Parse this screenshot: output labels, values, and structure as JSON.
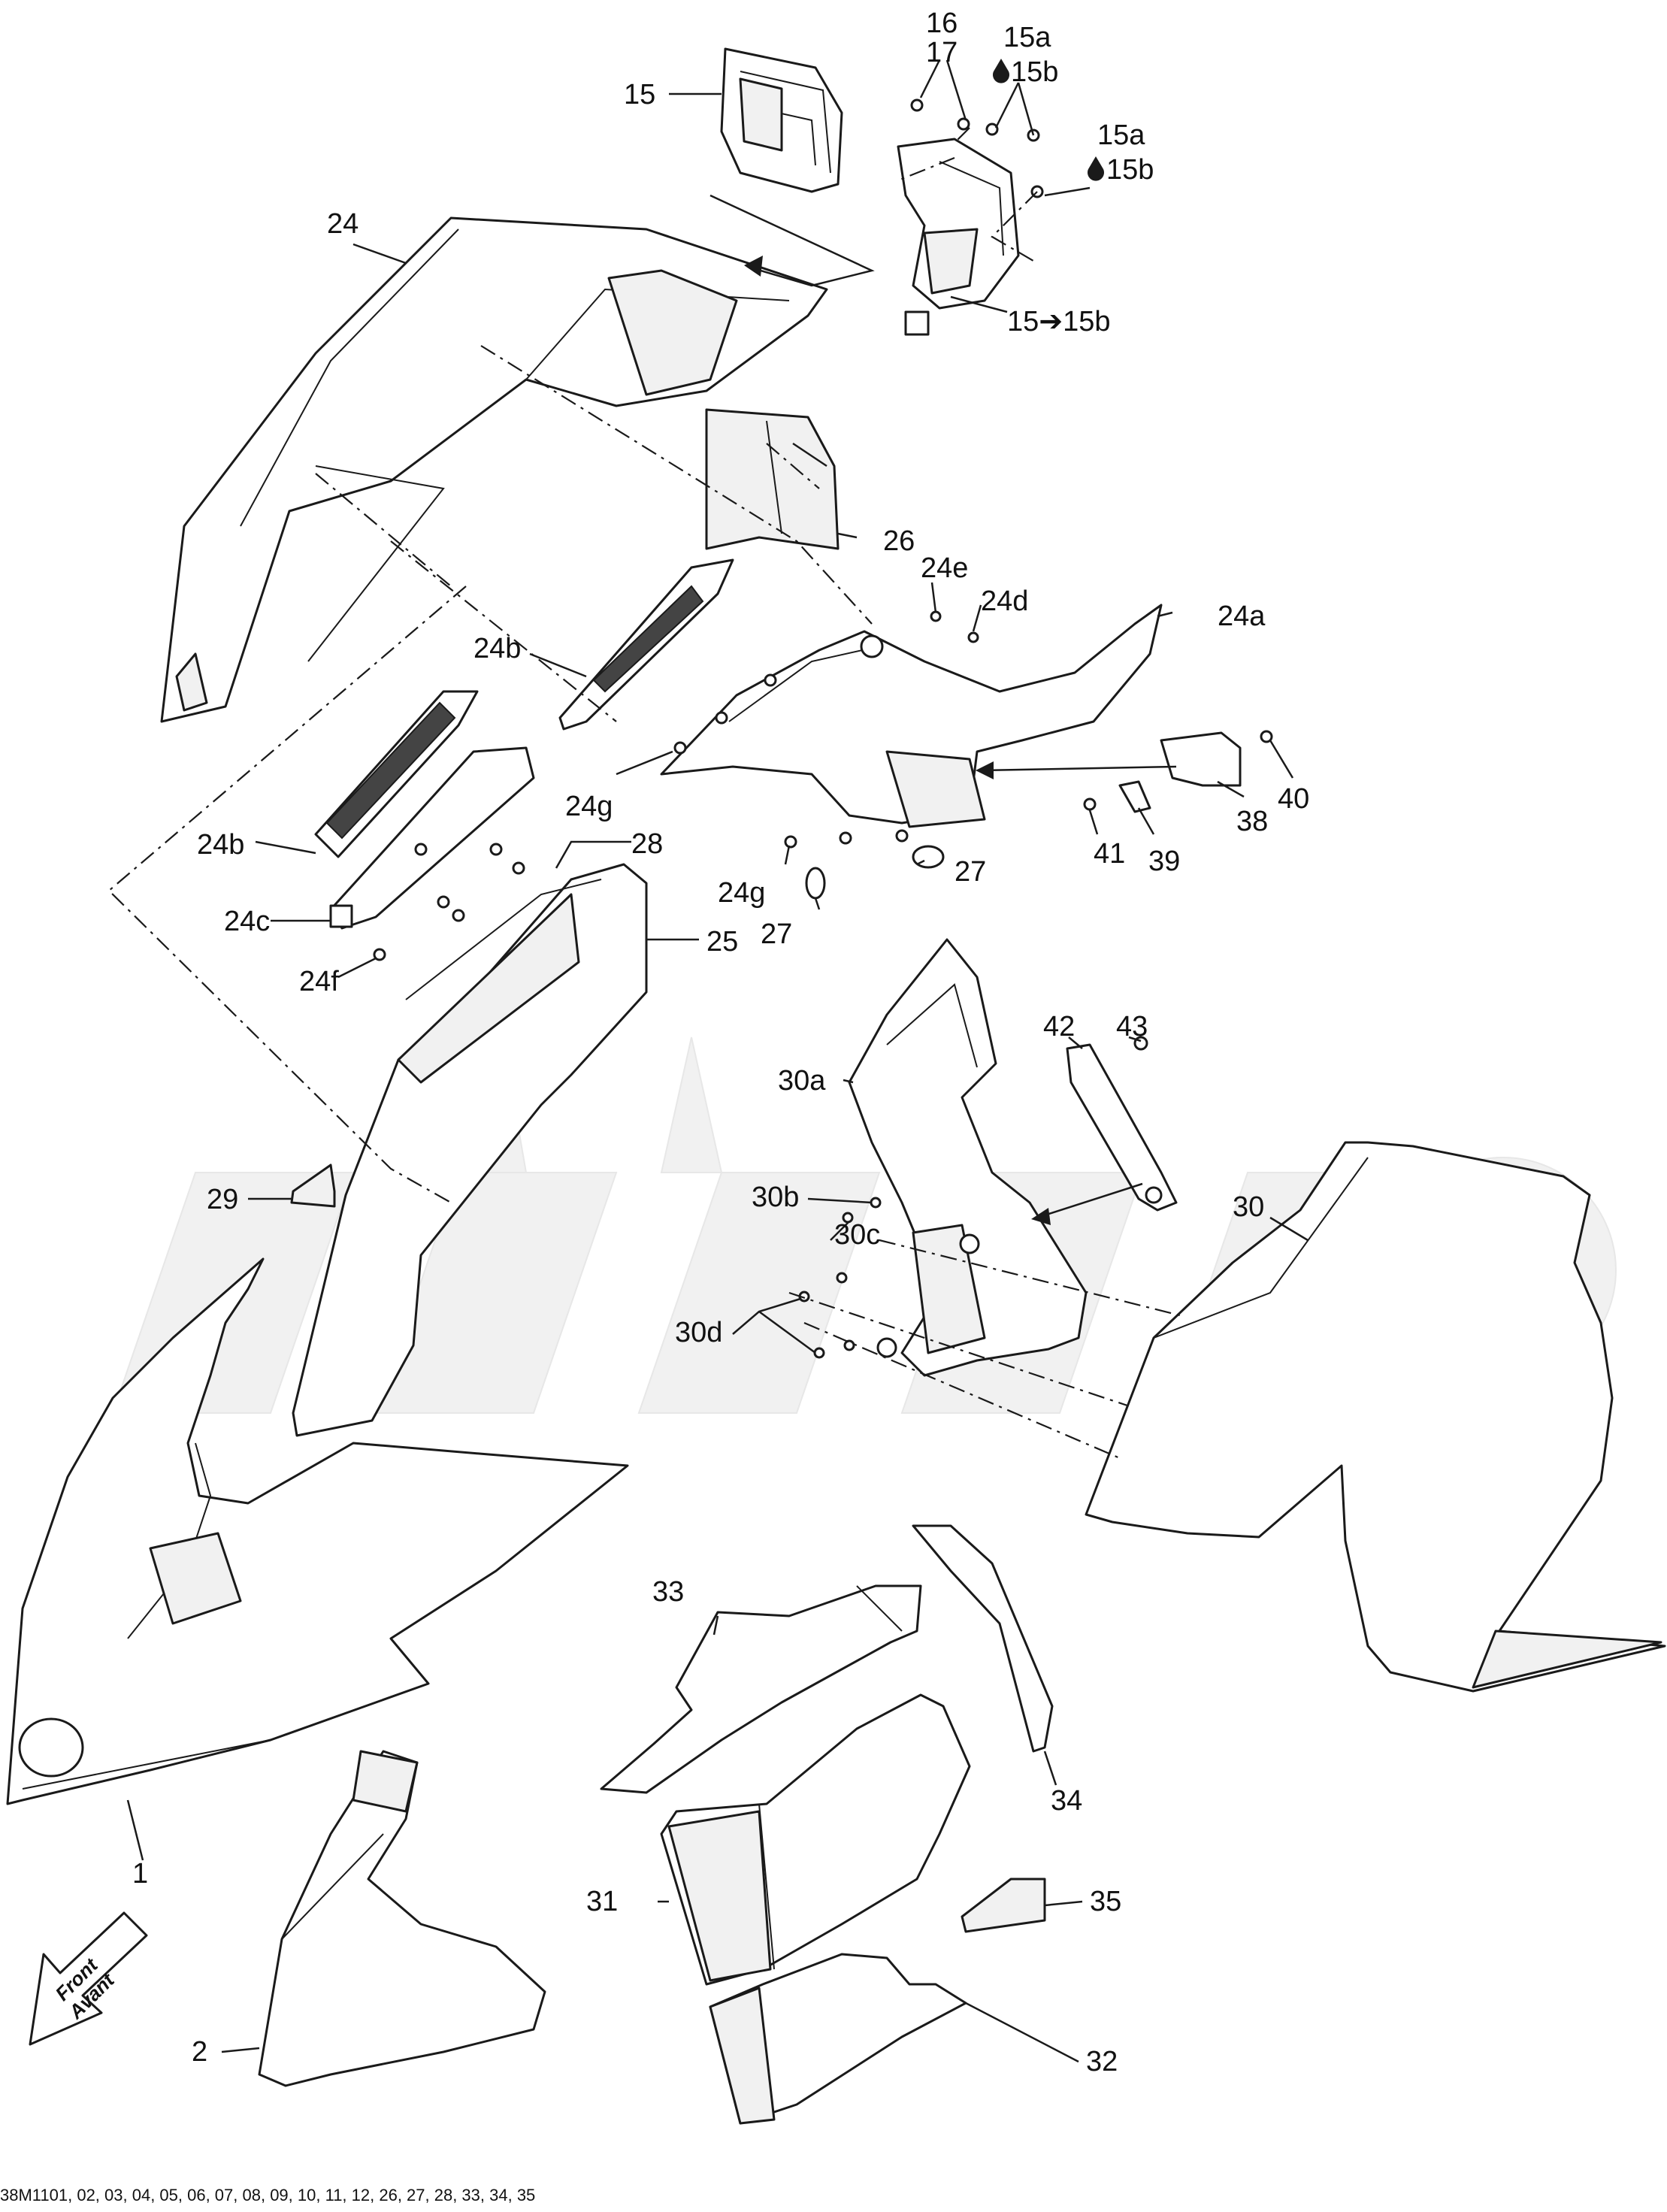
{
  "labels": {
    "l1": "1",
    "l2": "2",
    "l15": "15",
    "l15a_1": "15a",
    "l15b_1": "15b",
    "l15a_2": "15a",
    "l15b_2": "15b",
    "l15to15b": "15➔15b",
    "l16": "16",
    "l17": "17",
    "l24": "24",
    "l24a": "24a",
    "l24b_1": "24b",
    "l24b_2": "24b",
    "l24c": "24c",
    "l24d": "24d",
    "l24e": "24e",
    "l24f": "24f",
    "l24g_1": "24g",
    "l24g_2": "24g",
    "l25": "25",
    "l26": "26",
    "l27_1": "27",
    "l27_2": "27",
    "l28": "28",
    "l29": "29",
    "l30": "30",
    "l30a": "30a",
    "l30b": "30b",
    "l30c": "30c",
    "l30d": "30d",
    "l31": "31",
    "l32": "32",
    "l33": "33",
    "l34": "34",
    "l35": "35",
    "l38": "38",
    "l39": "39",
    "l40": "40",
    "l41": "41",
    "l42": "42",
    "l43": "43"
  },
  "front_arrow": {
    "line1": "Front",
    "line2": "Avant"
  },
  "footer": "38M1101, 02, 03, 04, 05, 06, 07, 08, 09, 10, 11, 12, 26, 27, 28, 33, 34, 35",
  "icons": {
    "fluid": "drop-icon",
    "transfer": "arrow-right-icon",
    "front": "front-arrow-icon"
  }
}
